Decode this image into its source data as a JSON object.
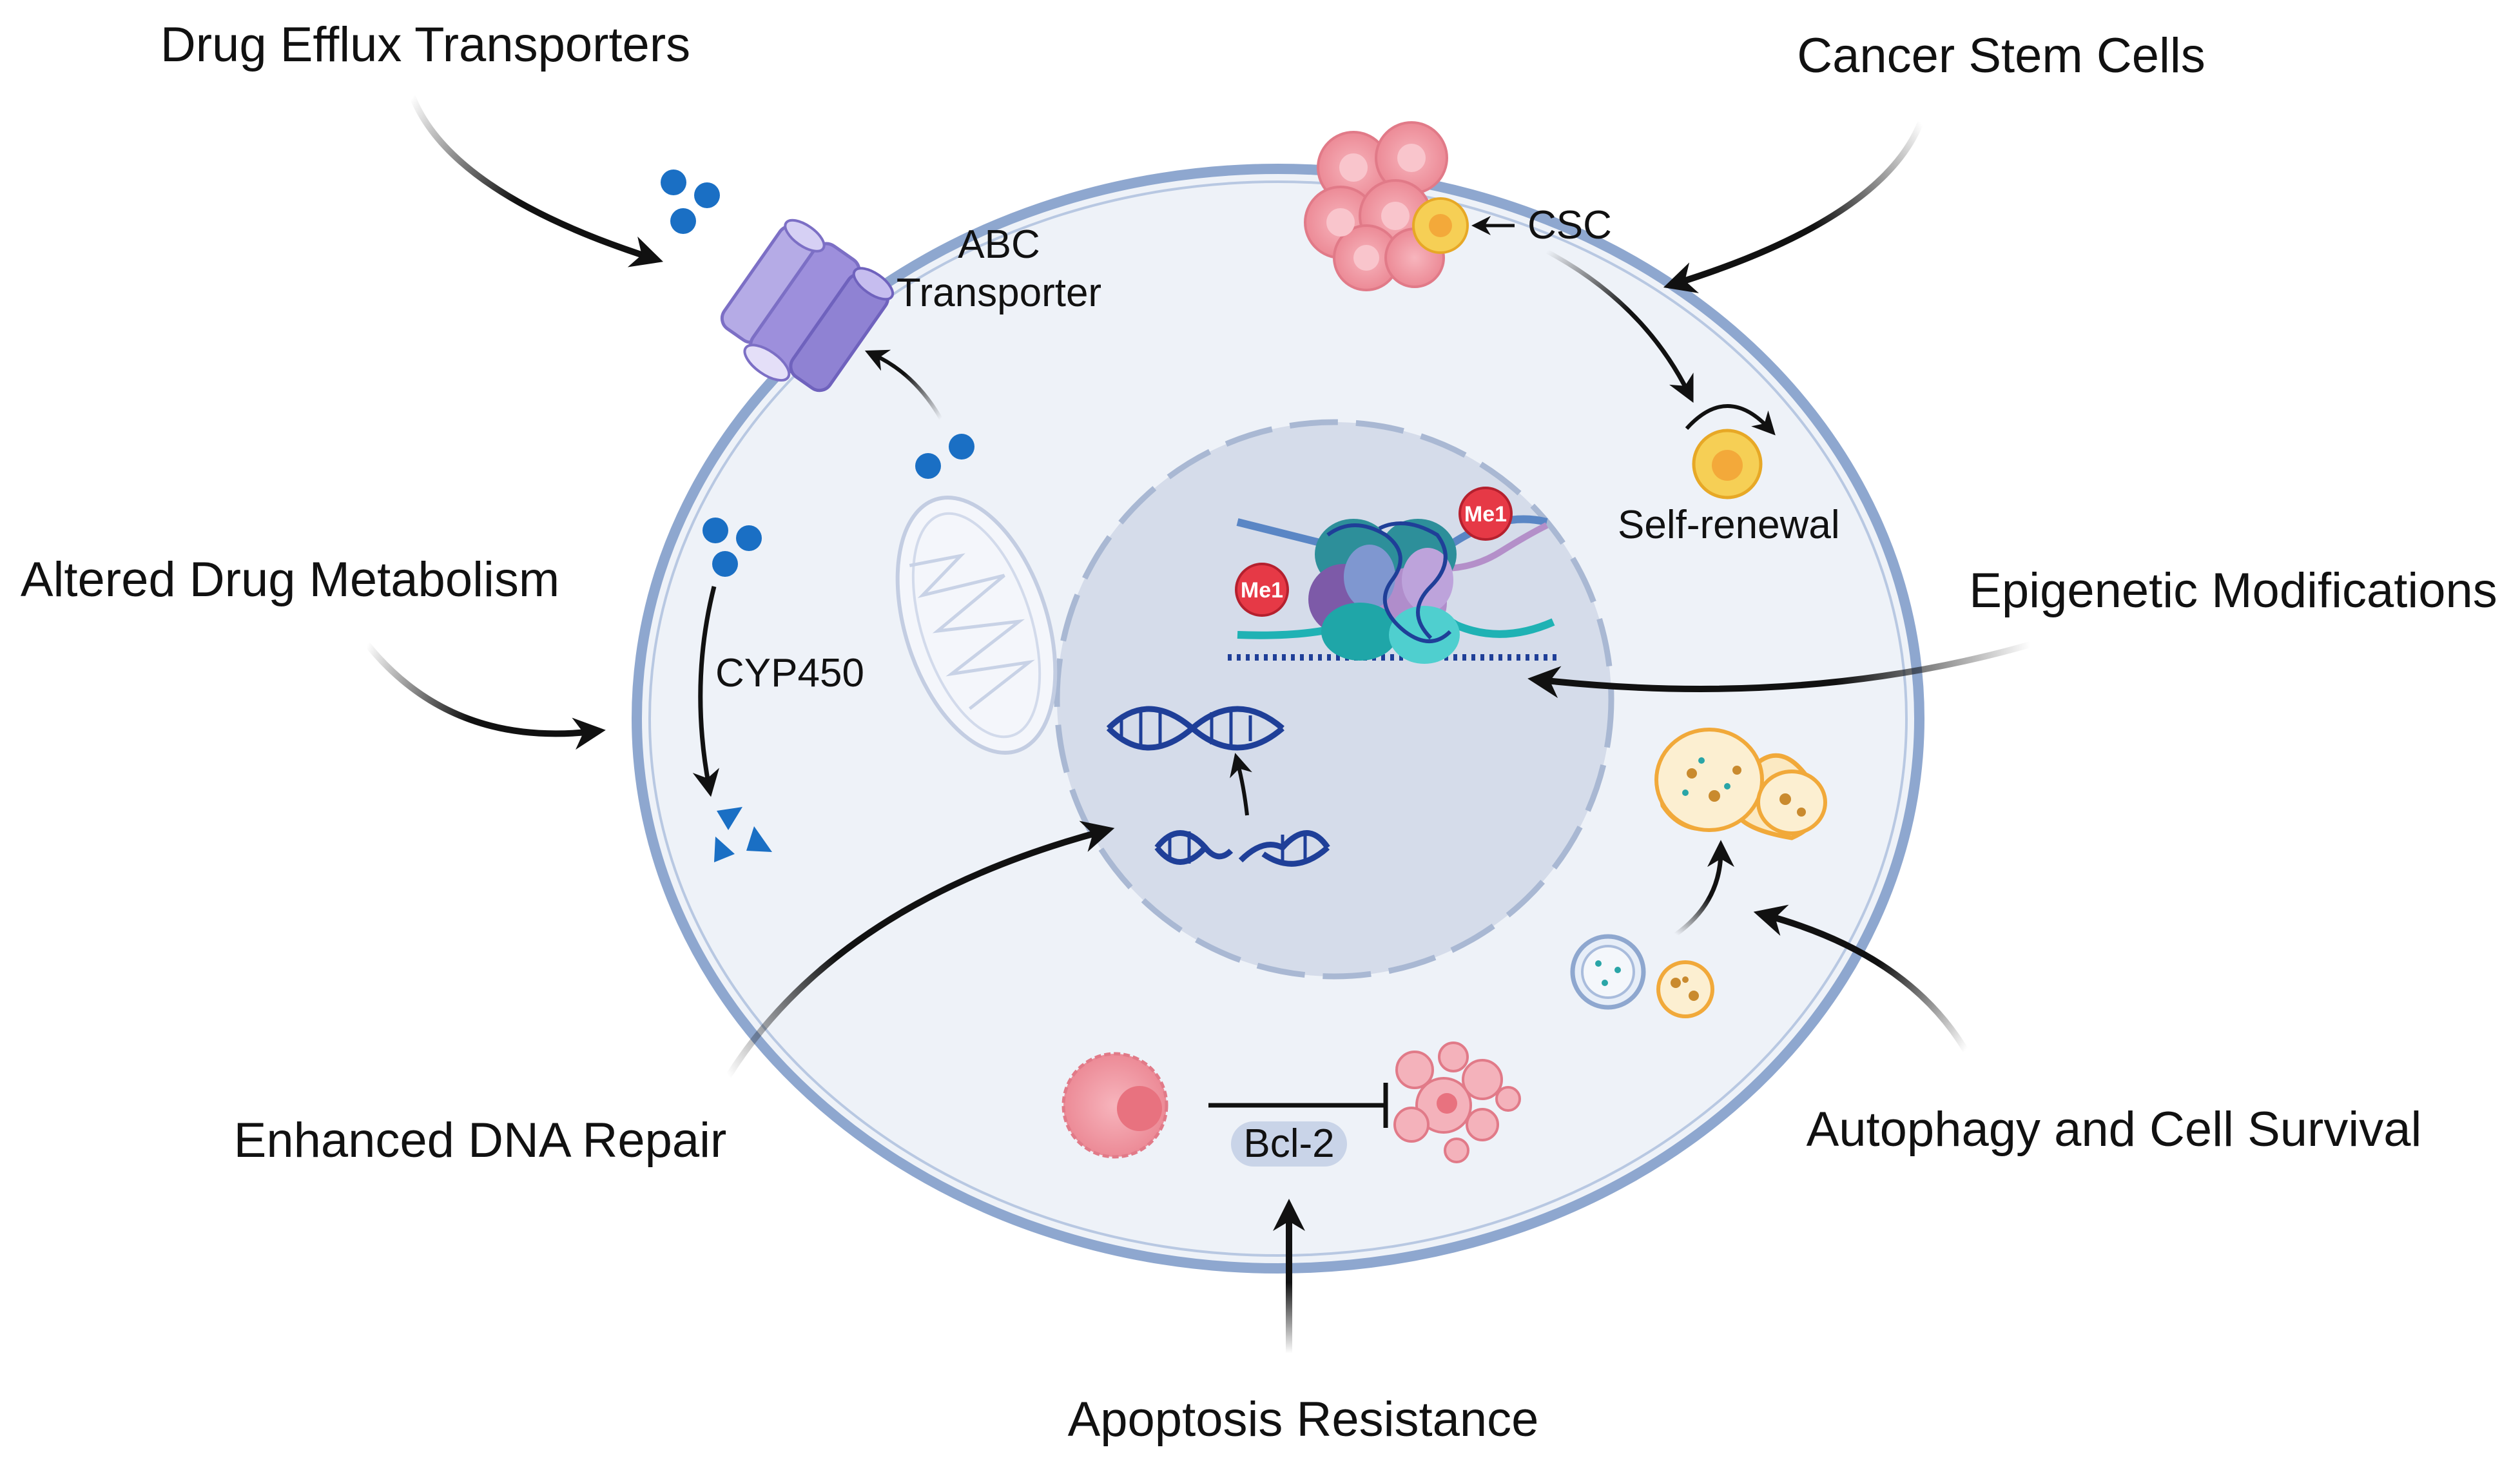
{
  "mechanisms": {
    "drug_efflux": "Drug Efflux Transporters",
    "cancer_stem_cells": "Cancer Stem Cells",
    "altered_metabolism": "Altered Drug Metabolism",
    "epigenetic": "Epigenetic Modifications",
    "dna_repair": "Enhanced DNA Repair",
    "autophagy": "Autophagy and Cell Survival",
    "apoptosis": "Apoptosis Resistance"
  },
  "inner_labels": {
    "abc_line1": "ABC",
    "abc_line2": "Transporter",
    "csc": "CSC",
    "self_renewal": "Self-renewal",
    "cyp450": "CYP450",
    "bcl2": "Bcl-2",
    "me1_left": "Me1",
    "me1_right": "Me1"
  },
  "colors": {
    "cell_fill": "#eef2f8",
    "cell_border": "#8ea7cf",
    "nucleus_fill": "#d5dcea",
    "drug_dot": "#1a6fc4",
    "transporter": "#9b8fd8",
    "dna": "#1f3f98",
    "me1_badge": "#e63946",
    "bcl2_pill": "#c9d4e8"
  },
  "icons": [
    "transporter-icon",
    "mitochondrion-icon",
    "cancer-cell-cluster-icon",
    "stem-cell-icon",
    "dna-icon",
    "nucleosome-icon",
    "autophagosome-icon",
    "apoptotic-cell-icon"
  ]
}
